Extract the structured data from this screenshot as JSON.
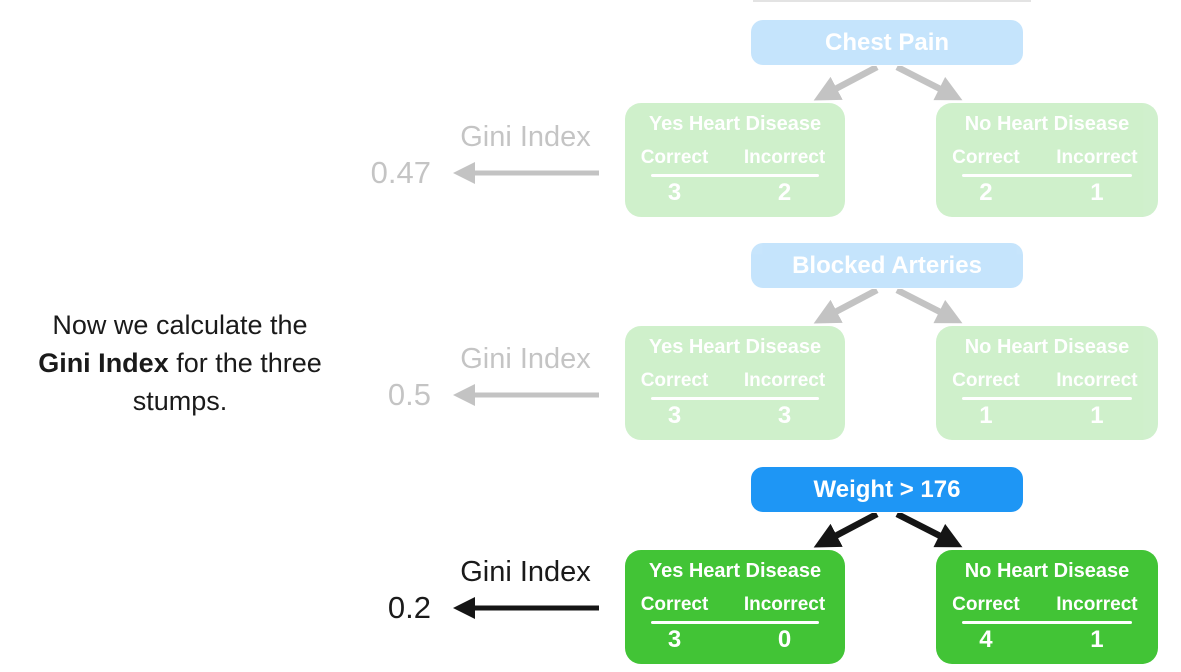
{
  "caption": {
    "line1": "Now we calculate the",
    "bold": "Gini Index",
    "line2_rest": " for the three",
    "line3": "stumps."
  },
  "stumps": [
    {
      "name": "chest-pain",
      "root_label": "Chest Pain",
      "gini_label": "Gini Index",
      "gini_value": "0.47",
      "faded": true,
      "leaves": [
        {
          "title": "Yes Heart Disease",
          "correct_label": "Correct",
          "incorrect_label": "Incorrect",
          "correct": "3",
          "incorrect": "2"
        },
        {
          "title": "No Heart Disease",
          "correct_label": "Correct",
          "incorrect_label": "Incorrect",
          "correct": "2",
          "incorrect": "1"
        }
      ]
    },
    {
      "name": "blocked-arteries",
      "root_label": "Blocked Arteries",
      "gini_label": "Gini Index",
      "gini_value": "0.5",
      "faded": true,
      "leaves": [
        {
          "title": "Yes Heart Disease",
          "correct_label": "Correct",
          "incorrect_label": "Incorrect",
          "correct": "3",
          "incorrect": "3"
        },
        {
          "title": "No Heart Disease",
          "correct_label": "Correct",
          "incorrect_label": "Incorrect",
          "correct": "1",
          "incorrect": "1"
        }
      ]
    },
    {
      "name": "weight-gt-176",
      "root_label": "Weight > 176",
      "gini_label": "Gini Index",
      "gini_value": "0.2",
      "faded": false,
      "leaves": [
        {
          "title": "Yes Heart Disease",
          "correct_label": "Correct",
          "incorrect_label": "Incorrect",
          "correct": "3",
          "incorrect": "0"
        },
        {
          "title": "No Heart Disease",
          "correct_label": "Correct",
          "incorrect_label": "Incorrect",
          "correct": "4",
          "incorrect": "1"
        }
      ]
    }
  ],
  "colors": {
    "root_blue": "#1e96f5",
    "leaf_green": "#42c436",
    "arrow_black": "#151515",
    "faded_opacity": "0.25"
  }
}
